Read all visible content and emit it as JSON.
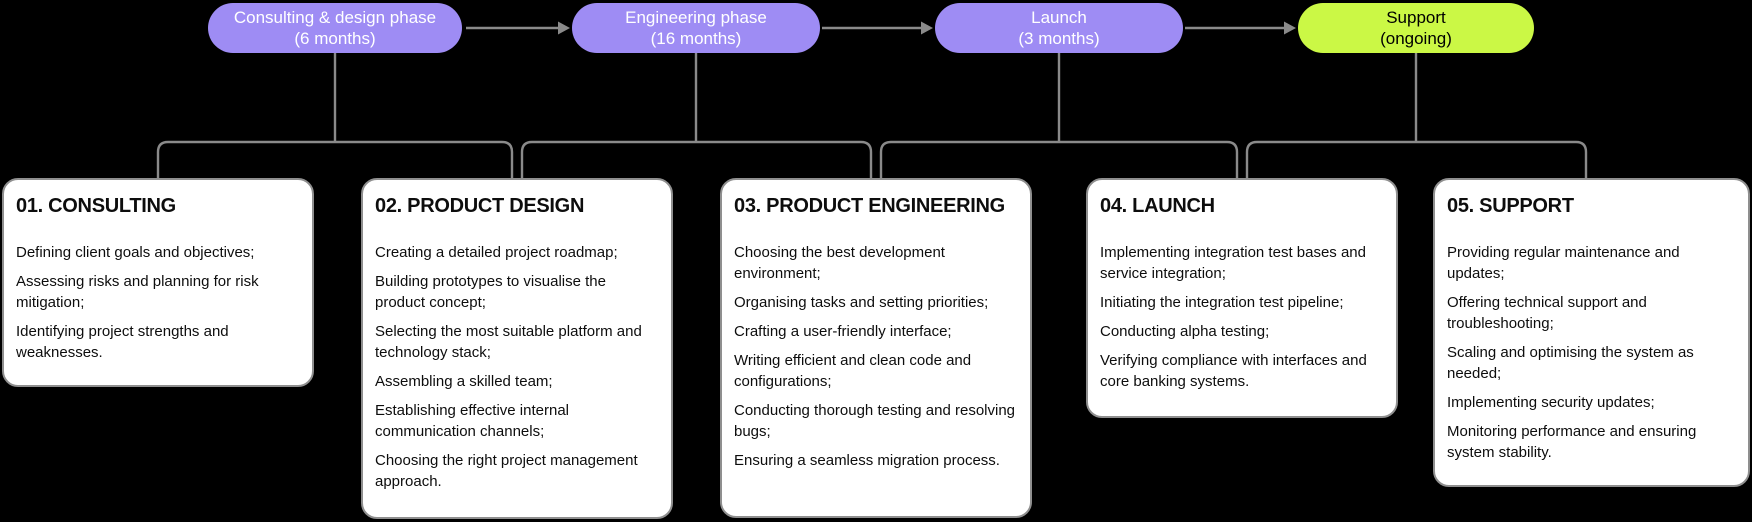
{
  "colors": {
    "background": "#000000",
    "phase_purple": "#9e8cf4",
    "phase_lime": "#cbf845",
    "connector": "#8a8a8a",
    "card_background": "#ffffff",
    "card_border": "#8f8f8f",
    "text": "#0d0d0d",
    "phase_text_on_purple": "#ffffff",
    "phase_text_on_lime": "#000000"
  },
  "diagram": {
    "phases": [
      {
        "line1": "Consulting & design phase",
        "line2": "(6 months)"
      },
      {
        "line1": "Engineering phase",
        "line2": "(16 months)"
      },
      {
        "line1": "Launch",
        "line2": "(3 months)"
      },
      {
        "line1": "Support",
        "line2": "(ongoing)"
      }
    ],
    "cards": [
      {
        "title": "01. CONSULTING",
        "items": [
          "Defining client goals and objectives;",
          "Assessing risks and planning for risk mitigation;",
          "Identifying project strengths and weaknesses."
        ]
      },
      {
        "title": "02. PRODUCT DESIGN",
        "items": [
          "Creating a detailed project roadmap;",
          "Building prototypes to visualise the product concept;",
          "Selecting the most suitable platform and technology stack;",
          "Assembling a skilled team;",
          "Establishing effective internal communication channels;",
          "Choosing the right project management approach."
        ]
      },
      {
        "title": "03. PRODUCT ENGINEERING",
        "items": [
          "Choosing the best development environment;",
          "Organising tasks and setting priorities;",
          "Crafting a user-friendly interface;",
          "Writing efficient and clean code and configurations;",
          "Conducting thorough testing and resolving bugs;",
          "Ensuring a seamless migration process."
        ]
      },
      {
        "title": "04. LAUNCH",
        "items": [
          "Implementing integration test bases and service integration;",
          "Initiating the integration test pipeline;",
          "Conducting alpha testing;",
          "Verifying compliance with interfaces and core banking systems."
        ]
      },
      {
        "title": "05. SUPPORT",
        "items": [
          "Providing regular maintenance and updates;",
          "Offering technical support and troubleshooting;",
          "Scaling and optimising the system as needed;",
          "Implementing security updates;",
          "Monitoring performance and ensuring system stability."
        ]
      }
    ]
  }
}
